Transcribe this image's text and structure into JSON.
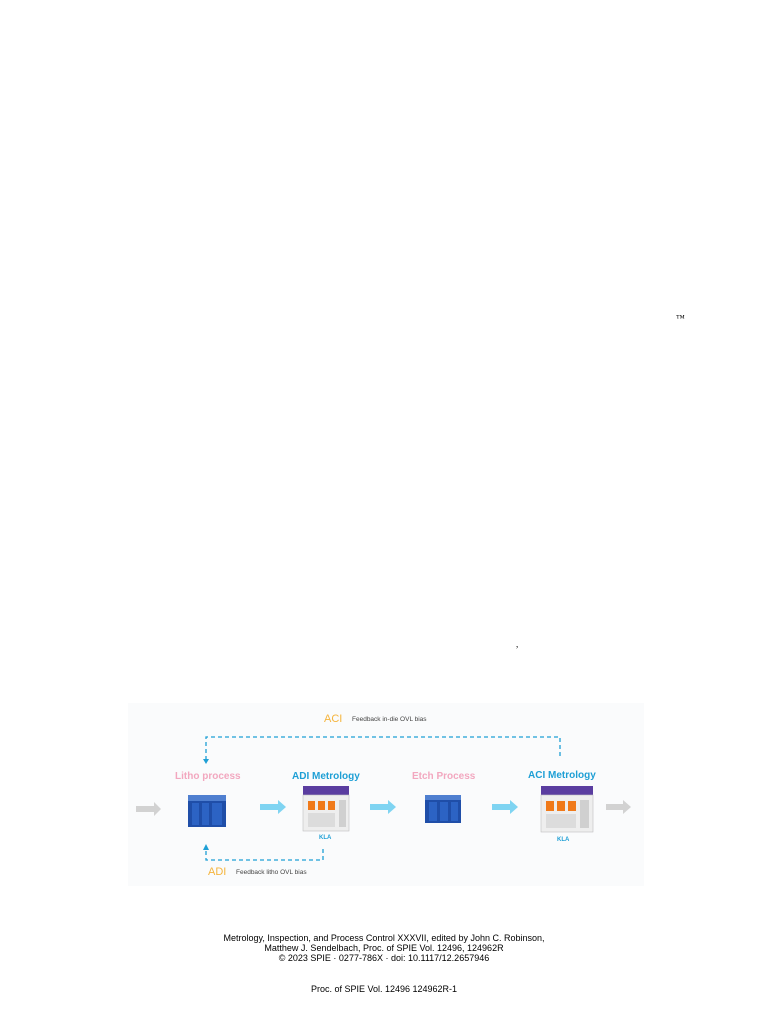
{
  "page": {
    "trademark": "™",
    "stray_comma": ","
  },
  "figure": {
    "aci_top": {
      "tag": "ACI",
      "note": "Feedback in-die OVL bias"
    },
    "adi_bottom": {
      "tag": "ADI",
      "note": "Feedback litho OVL bias"
    },
    "stages": [
      {
        "label": "Litho  process"
      },
      {
        "label": "ADI Metrology",
        "brand": "KLA"
      },
      {
        "label": "Etch Process"
      },
      {
        "label": "ACI Metrology",
        "brand": "KLA"
      }
    ],
    "colors": {
      "feedback": "#1e9fd5",
      "arrow": "#7fd4f2",
      "pink": "#f2a7bf",
      "orange": "#f5b43c",
      "tool_blue": "#1f4ea8",
      "metrology_purple": "#5a3da0"
    }
  },
  "citation": {
    "line1": "Metrology, Inspection, and Process Control XXXVII, edited by John C. Robinson,",
    "line2": "Matthew J. Sendelbach, Proc. of SPIE Vol. 12496, 124962R",
    "line3": "© 2023 SPIE · 0277-786X · doi: 10.1117/12.2657946"
  },
  "footer": {
    "text": "Proc. of SPIE Vol. 12496  124962R-1"
  }
}
